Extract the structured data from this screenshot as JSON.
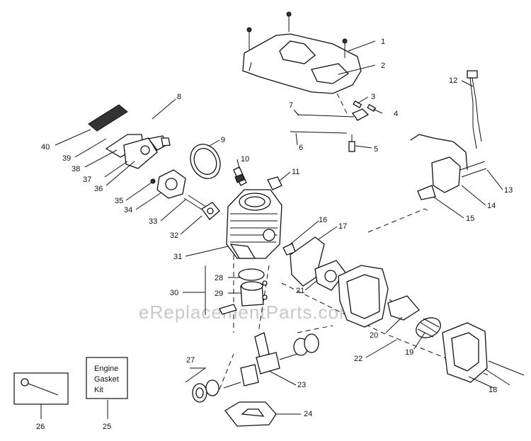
{
  "watermark": "eReplacementParts.com",
  "kit_box": {
    "line1": "Engine",
    "line2": "Gasket",
    "line3": "Kit"
  },
  "callouts": [
    "1",
    "2",
    "3",
    "4",
    "5",
    "6",
    "7",
    "8",
    "9",
    "10",
    "11",
    "12",
    "13",
    "14",
    "15",
    "16",
    "17",
    "18",
    "19",
    "20",
    "21",
    "22",
    "23",
    "24",
    "25",
    "26",
    "27",
    "28",
    "29",
    "30",
    "31",
    "32",
    "33",
    "34",
    "35",
    "36",
    "37",
    "38",
    "39",
    "40"
  ],
  "colors": {
    "ink": "#111111",
    "watermark": "#c8c8c8",
    "background": "#ffffff"
  }
}
